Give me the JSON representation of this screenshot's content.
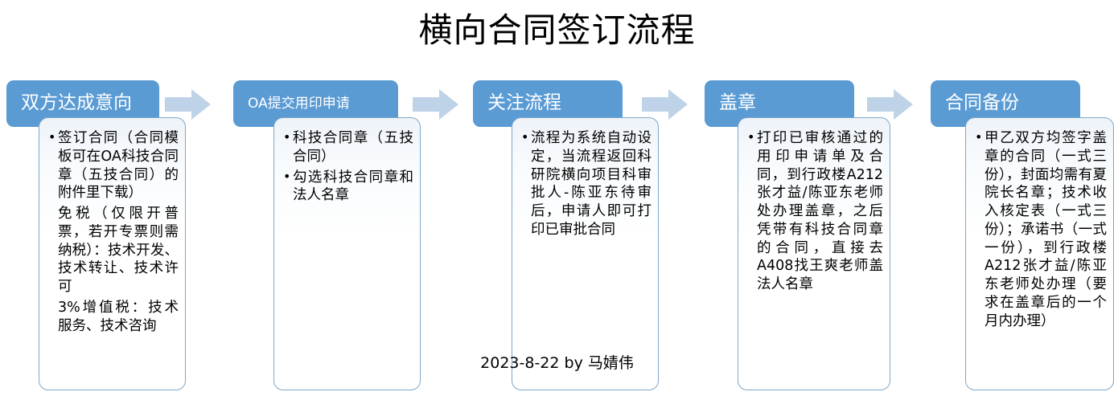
{
  "title": "横向合同签订流程",
  "footer": "2023-8-22  by 马婧伟",
  "colors": {
    "header_fill": "#5a9bd4",
    "header_text": "#ffffff",
    "body_border": "#7fa7c9",
    "body_fill": "#ffffff",
    "arrow_fill": "#bfd3e8",
    "title_text": "#000000"
  },
  "stages": [
    {
      "id": "stage-1",
      "header": "双方达成意向",
      "items": [
        {
          "bullet": true,
          "text": "签订合同（合同模板可在OA科技合同章（五技合同）的附件里下载）"
        },
        {
          "bullet": false,
          "text": "免税（仅限开普票，若开专票则需纳税）：技术开发、技术转让、技术许可"
        },
        {
          "bullet": false,
          "text": "3%增值税：技术服务、技术咨询"
        }
      ]
    },
    {
      "id": "stage-2",
      "header": "OA提交用印申请",
      "items": [
        {
          "bullet": true,
          "text": "科技合同章（五技合同）"
        },
        {
          "bullet": true,
          "text": "勾选科技合同章和法人名章"
        }
      ]
    },
    {
      "id": "stage-3",
      "header": "关注流程",
      "items": [
        {
          "bullet": true,
          "text": "流程为系统自动设定，当流程返回科研院横向项目科审批人-陈亚东待审后，申请人即可打印已审批合同"
        }
      ]
    },
    {
      "id": "stage-4",
      "header": "盖章",
      "items": [
        {
          "bullet": true,
          "text": "打印已审核通过的用印申请单及合同，到行政楼A212张才益/陈亚东老师处办理盖章，之后凭带有科技合同章的合同，直接去A408找王爽老师盖法人名章"
        }
      ]
    },
    {
      "id": "stage-5",
      "header": "合同备份",
      "items": [
        {
          "bullet": true,
          "text": "甲乙双方均签字盖章的合同（一式三份），封面均需有夏院长名章；技术收入核定表（一式三份）；承诺书（一式一份），到行政楼A212张才益/陈亚东老师处办理（要求在盖章后的一个月内办理）"
        }
      ]
    }
  ],
  "arrows": [
    {
      "id": "arrow-1-2",
      "name": "arrow-stage1-to-stage2"
    },
    {
      "id": "arrow-2-3",
      "name": "arrow-stage2-to-stage3"
    },
    {
      "id": "arrow-3-4",
      "name": "arrow-stage3-to-stage4"
    },
    {
      "id": "arrow-4-5",
      "name": "arrow-stage4-to-stage5"
    }
  ]
}
